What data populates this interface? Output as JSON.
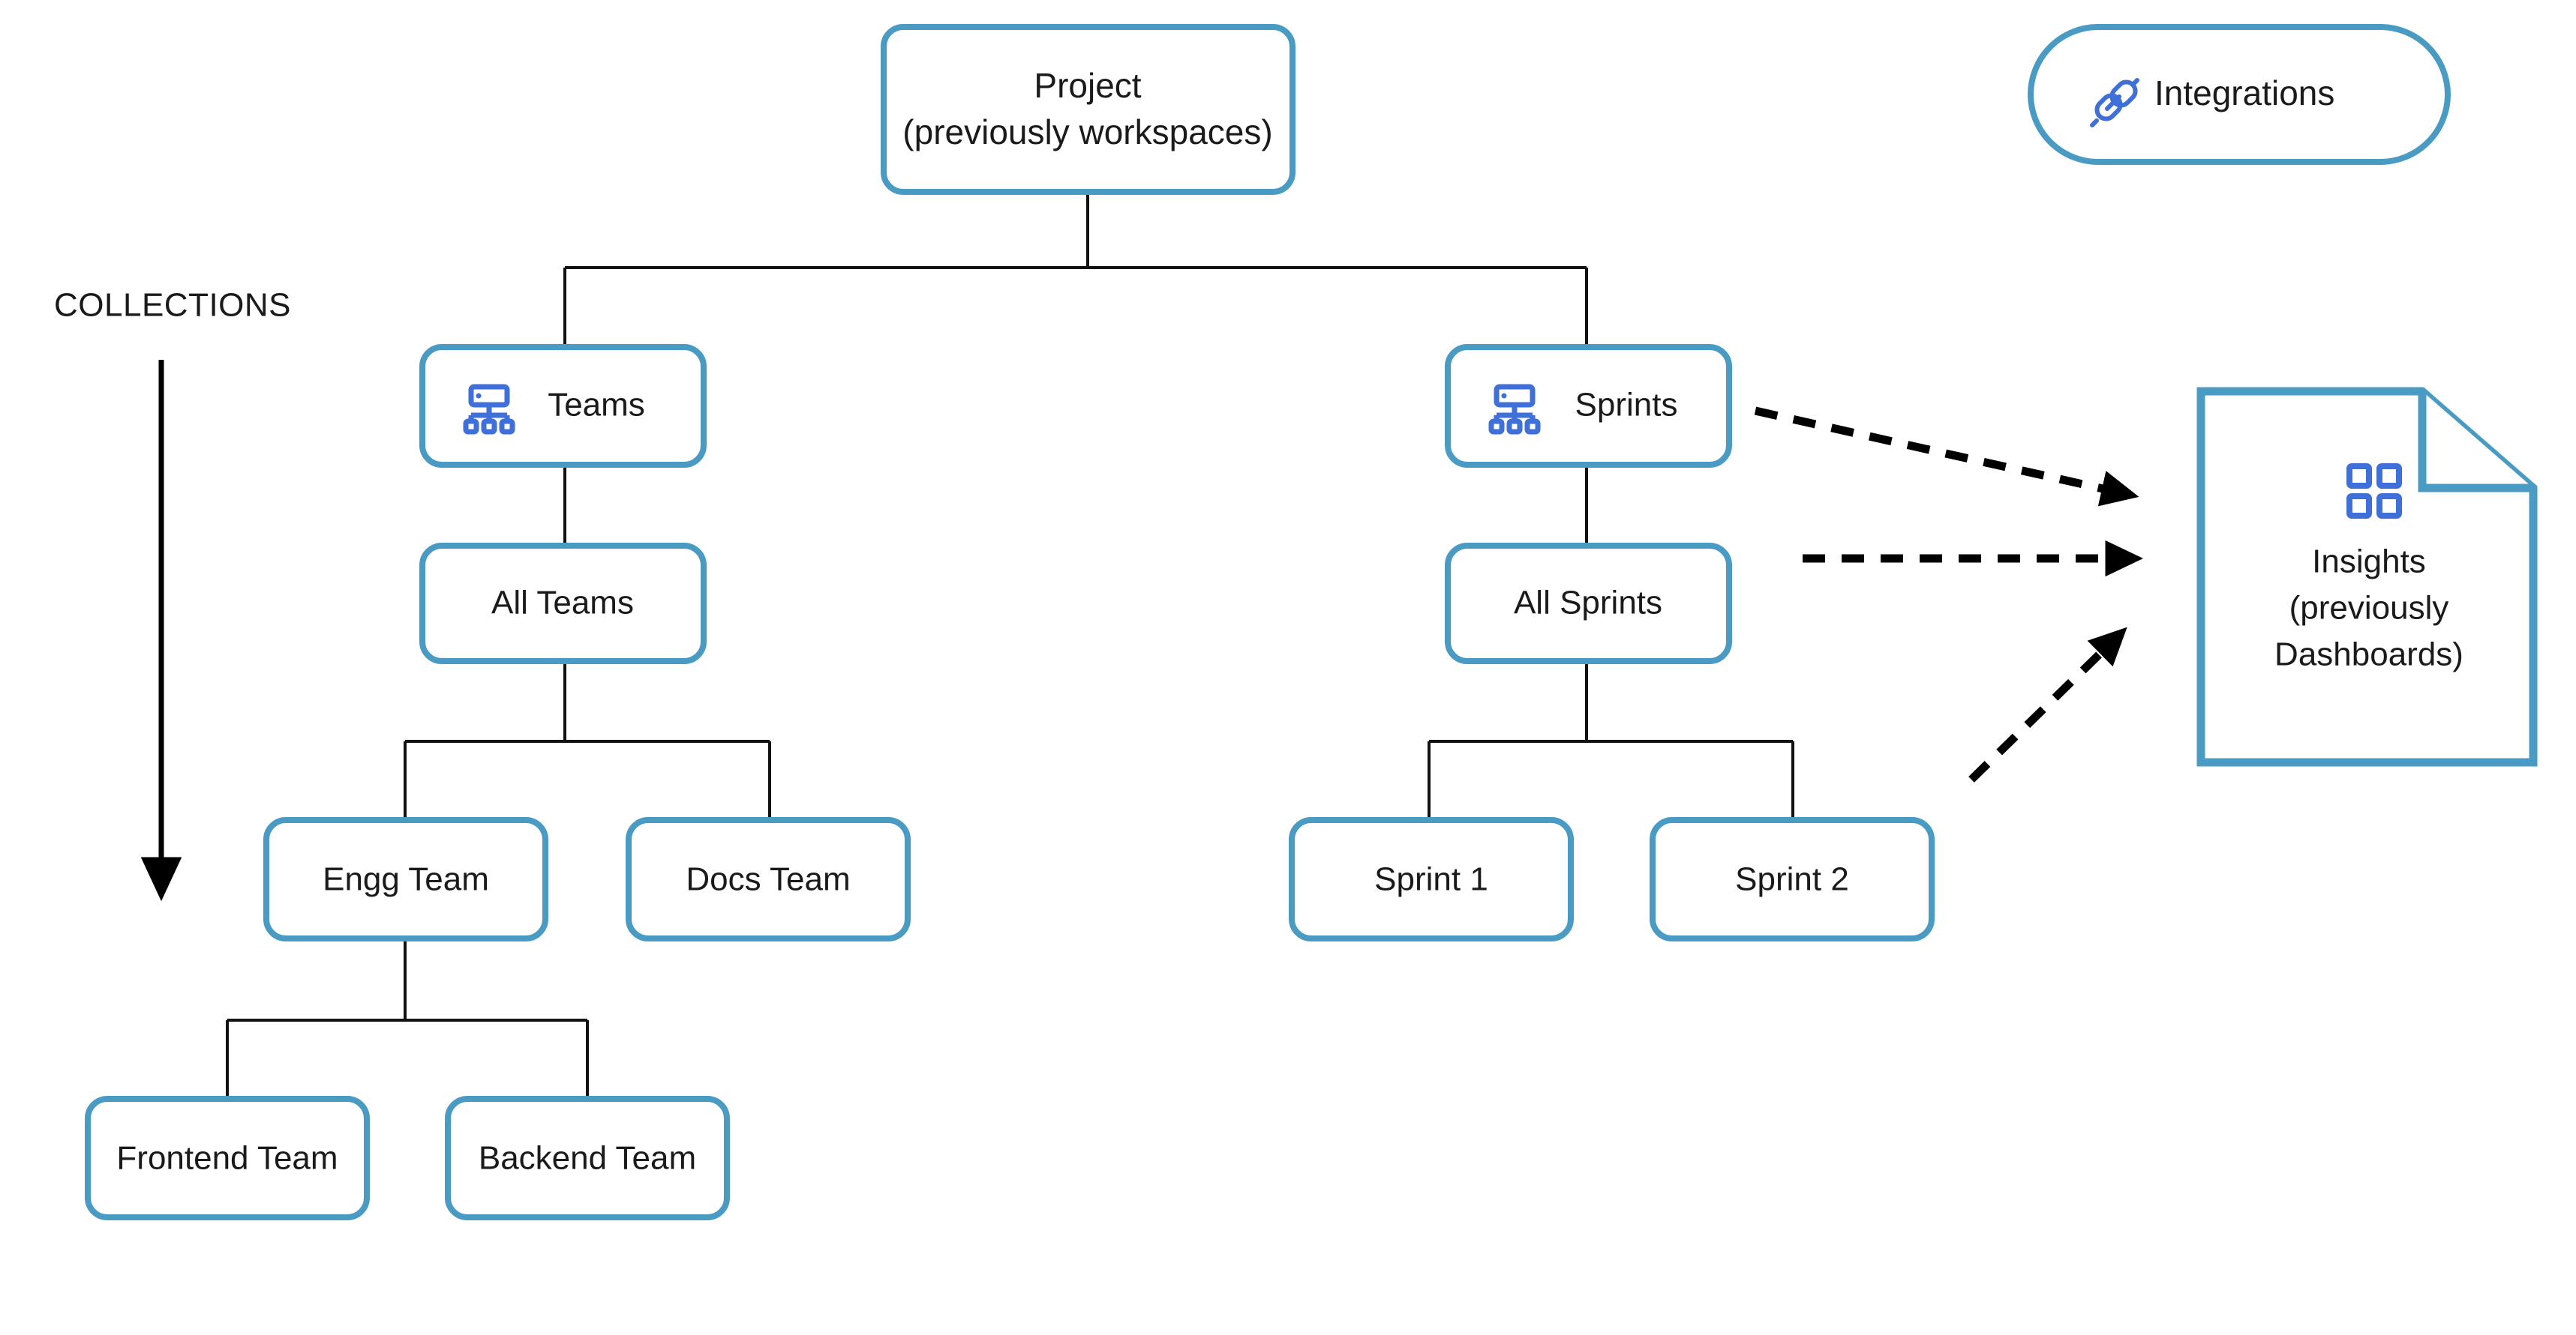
{
  "diagram": {
    "title": "Project hierarchy and collections",
    "accent_color": "#4a9bc4",
    "icon_color": "#3f6fd8",
    "line_color": "#111111",
    "background": "#ffffff"
  },
  "labels": {
    "collections": "COLLECTIONS"
  },
  "nodes": {
    "project": {
      "line1": "Project",
      "line2": "(previously workspaces)"
    },
    "integrations": {
      "label": "Integrations",
      "icon": "plug-connector-icon"
    },
    "teams": {
      "label": "Teams",
      "icon": "hierarchy-icon"
    },
    "all_teams": {
      "label": "All Teams"
    },
    "engg_team": {
      "label": "Engg Team"
    },
    "docs_team": {
      "label": "Docs Team"
    },
    "frontend_team": {
      "label": "Frontend Team"
    },
    "backend_team": {
      "label": "Backend Team"
    },
    "sprints": {
      "label": "Sprints",
      "icon": "hierarchy-icon"
    },
    "all_sprints": {
      "label": "All Sprints"
    },
    "sprint_1": {
      "label": "Sprint 1"
    },
    "sprint_2": {
      "label": "Sprint 2"
    },
    "insights": {
      "line1": "Insights",
      "line2": "(previously",
      "line3": "Dashboards)",
      "icon": "dashboard-grid-icon"
    }
  }
}
